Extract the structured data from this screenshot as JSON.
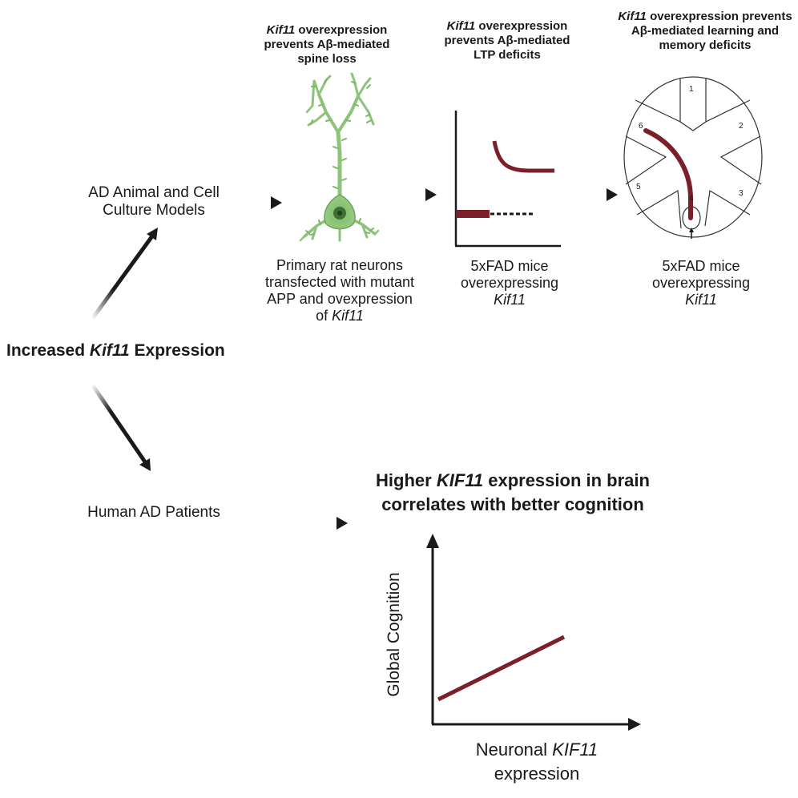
{
  "root": {
    "pre": "Increased ",
    "gene": "Kif11",
    "post": " Expression"
  },
  "branch_models": {
    "line1": "AD Animal and Cell",
    "line2": "Culture Models"
  },
  "branch_patients": "Human AD Patients",
  "panel_neuron": {
    "title_gene": "Kif11",
    "title_l1_rest": " overexpression",
    "title_l2": "prevents Aβ-mediated",
    "title_l3": "spine loss",
    "cap_l1": "Primary rat neurons",
    "cap_l2": "transfected with mutant",
    "cap_l3": "APP and ovexpression",
    "cap_l4_pre": "of ",
    "cap_l4_gene": "Kif11"
  },
  "panel_ltp": {
    "title_gene": "Kif11",
    "title_l1_rest": " overexpression",
    "title_l2": "prevents Aβ-mediated",
    "title_l3": "LTP deficits",
    "cap_l1": "5xFAD mice",
    "cap_l2": "overexpressing",
    "cap_l3_gene": "Kif11"
  },
  "panel_maze": {
    "title_gene": "Kif11",
    "title_l1_rest": " overexpression prevents",
    "title_l2": "Aβ-mediated learning and",
    "title_l3": "memory deficits",
    "cap_l1": "5xFAD mice",
    "cap_l2": "overexpressing",
    "cap_l3_gene": "Kif11",
    "arm_numbers": [
      "1",
      "2",
      "3",
      "4",
      "5",
      "6"
    ]
  },
  "human_chart": {
    "title_l1_pre": "Higher ",
    "title_l1_gene": "KIF11",
    "title_l1_post": " expression in brain",
    "title_l2": "correlates with better cognition",
    "ylabel": "Global Cognition",
    "xlabel_pre": "Neuronal ",
    "xlabel_gene": "KIF11",
    "xlabel_l2": "expression"
  },
  "colors": {
    "accent": "#7b1f2a",
    "neuron": "#8fc27a",
    "neuron_dark": "#5f9a4c",
    "ink": "#1a1a1a"
  }
}
